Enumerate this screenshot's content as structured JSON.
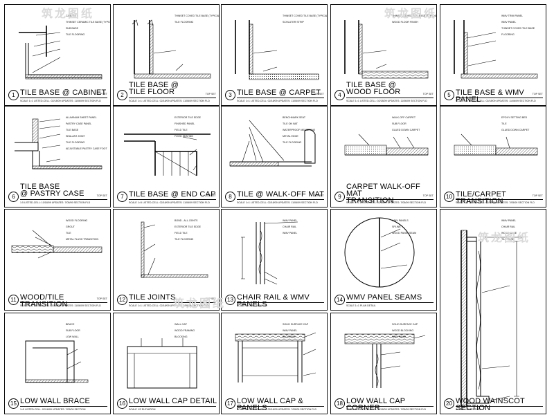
{
  "watermarks": [
    "筑龙图纸",
    "筑龙图纸",
    "筑龙图纸",
    "筑龙图纸"
  ],
  "details": [
    {
      "num": "1",
      "title": "TILE BASE @ CABINET",
      "side": "TOP SET",
      "meta": "SCALE 1=1  LISTED-CELL: 02/18/09  UPDATES: 11/06/09  SECTION FLD",
      "notes": [
        "CABINETS",
        "THINSET CERAMIC TILE BASE (TYPICAL)",
        "SUB BASE",
        "TILE FLOORING"
      ]
    },
    {
      "num": "2",
      "title": "TILE BASE @\nTILE FLOOR",
      "side": "TOP SET",
      "meta": "SCALE 1=1  LISTED-CELL: 02/18/09  UPDATES: 11/06/09  SECTION FLD",
      "notes": [
        "THINSET COVED TILE BASE (TYPICAL)",
        "TILE FLOORING"
      ]
    },
    {
      "num": "3",
      "title": "TILE BASE @ CARPET",
      "side": "TOP SET",
      "meta": "SCALE 1=1  LISTED-CELL: 02/18/09  UPDATES: 11/06/09  SECTION FLD",
      "notes": [
        "THINSET COVED TILE BASE (TYPICAL)",
        "SCHLUTER STRIP"
      ]
    },
    {
      "num": "4",
      "title": "TILE BASE @\nWOOD FLOOR",
      "side": "TOP SET",
      "meta": "SCALE 1=1  LISTED-CELL: 02/18/09  UPDATES: 11/06/09  SECTION FLD",
      "notes": [
        "THINSET COVED TILE BASE (TYPICAL)",
        "WOOD FLOOR FINISH"
      ]
    },
    {
      "num": "5",
      "title": "TILE BASE & WMV PANEL",
      "side": "TOP SET",
      "meta": "SCALE 1/4  LISTED-CELL: 02/18/09  UPDATES: 11/06/09  SECTION FLD",
      "notes": [
        "WMV TRIM PANEL",
        "WMV PANEL",
        "THINSET COVED TILE BASE",
        "FLOORING"
      ]
    },
    {
      "num": "6",
      "title": "TILE BASE\n@ PASTRY CASE",
      "side": "TOP SET",
      "meta": "1:5  LISTED-CELL: 10/18/09  UPDATES: 7/05/09  SECTION FLD",
      "notes": [
        "ALUMINUM SHEET PANEL",
        "PASTRY CASE PANEL",
        "TILE BASE",
        "SEALANT JOINT",
        "TILE FLOORING",
        "ADJUSTABLE PASTRY CASE FOOT"
      ]
    },
    {
      "num": "7",
      "title": "TILE BASE @ END CAP",
      "side": "TOP SET",
      "meta": "SCALE 1=5  LISTED-CELL: 02/18/09  UPDATES: 11/06/09  SECTION FLD",
      "notes": [
        "EXTERIOR TILE EDGE",
        "FINISHED PANEL",
        "FIELD TILE",
        "FIXED SEATING"
      ]
    },
    {
      "num": "8",
      "title": "TILE @ WALK-OFF MAT",
      "side": "TOP SET",
      "meta": "SCALE 1=1  LISTED-CELL: 02/18/09  UPDATES: 11/06/09  SECTION FLD",
      "notes": [
        "BENCHMARK SEAT",
        "TILE ON NAT",
        "WATERPROOF MEMBRANE",
        "METAL EDGE",
        "TILE FLOORING"
      ]
    },
    {
      "num": "9",
      "title": "CARPET WALK-OFF MAT\nTRANSITION",
      "side": "TOP SET",
      "meta": "SCALE 1=1  LISTED-CELL: 02/18/09  UPDATES: 7/05/09  SECTION FLD",
      "notes": [
        "WALK-OFF CARPET",
        "SUB FLOOR",
        "GLUED DOWN CARPET"
      ]
    },
    {
      "num": "10",
      "title": "TILE/CARPET TRANSITION",
      "side": "TOP SET",
      "meta": "SCALE 1/4  LISTED-CELL: 02/18/09  UPDATES: 7/05/09  SECTION FLD",
      "notes": [
        "EPOXY SETTING BED",
        "TILE",
        "GLUED DOWN CARPET"
      ]
    },
    {
      "num": "11",
      "title": "WOOD/TILE TRANSITION",
      "side": "TOP SET",
      "meta": "SCALE 1=1  LISTED-CELL: 02/18/09  UPDATES: 11/06/09  SECTION FLD",
      "notes": [
        "WOOD FLOORING",
        "GROUT",
        "TILE",
        "METAL FLUSH TRANSITION"
      ]
    },
    {
      "num": "12",
      "title": "TILE JOINTS",
      "side": "TOP SET",
      "meta": "SCALE 1=1  LISTED-CELL: 02/18/09  UPDATES: 7/05/09  SECTION FLD",
      "notes": [
        "BOND - ALL JOINTS",
        "EXTERIOR TILE EDGE",
        "FIELD TILE",
        "TILE FLOORING"
      ]
    },
    {
      "num": "13",
      "title": "CHAIR RAIL & WMV PANELS",
      "side": "",
      "meta": "SCALE 1=1  SECTION FLD",
      "notes": [
        "WMV PANEL",
        "CHAIR RAIL",
        "WMV PANEL"
      ]
    },
    {
      "num": "14",
      "title": "WMV PANEL SEAMS",
      "side": "",
      "meta": "SCALE 1=1  PLAN DETAIL",
      "notes": [
        "WMV PANELS",
        "SPLINE",
        "WOOD PANEL SEAM"
      ]
    },
    {
      "num": "15",
      "title": "LOW WALL BRACE",
      "side": "",
      "meta": "1=5  LISTED-CELL: 02/18/09  UPDATES: 7/05/09  SECTION",
      "notes": [
        "BRACE",
        "SUB FLOOR",
        "LOW WALL"
      ]
    },
    {
      "num": "16",
      "title": "LOW WALL CAP DETAIL",
      "side": "",
      "meta": "SCALE 1/2  ELEVATION",
      "notes": [
        "WALL CAP",
        "WOOD FRAMING",
        "BLOCKING"
      ]
    },
    {
      "num": "17",
      "title": "LOW WALL CAP & PANELS",
      "side": "",
      "meta": "SCALE 1=1  LISTED-CELL: 02/18/09  UPDATES: 7/05/09  SECTION FLD",
      "notes": [
        "SOLID SURFACE CAP",
        "WMV PANEL",
        "BLOCKING"
      ]
    },
    {
      "num": "18",
      "title": "LOW WALL CAP CORNER",
      "side": "",
      "meta": "SCALE 1=1  LISTED-CELL: 02/18/09  UPDATES: 7/05/09  SECTION FLD",
      "notes": [
        "SOLID SURFACE CAP",
        "WOOD BLOCKING",
        "WMV PANEL"
      ]
    },
    {
      "num": "20",
      "title": "WOOD WAINSCOT SECTION",
      "side": "",
      "meta": "SCALE 1=5  SECTION",
      "notes": [
        "WMV PANEL",
        "CHAIR RAIL",
        "WOOD BASE",
        "TILE BASE"
      ]
    }
  ]
}
